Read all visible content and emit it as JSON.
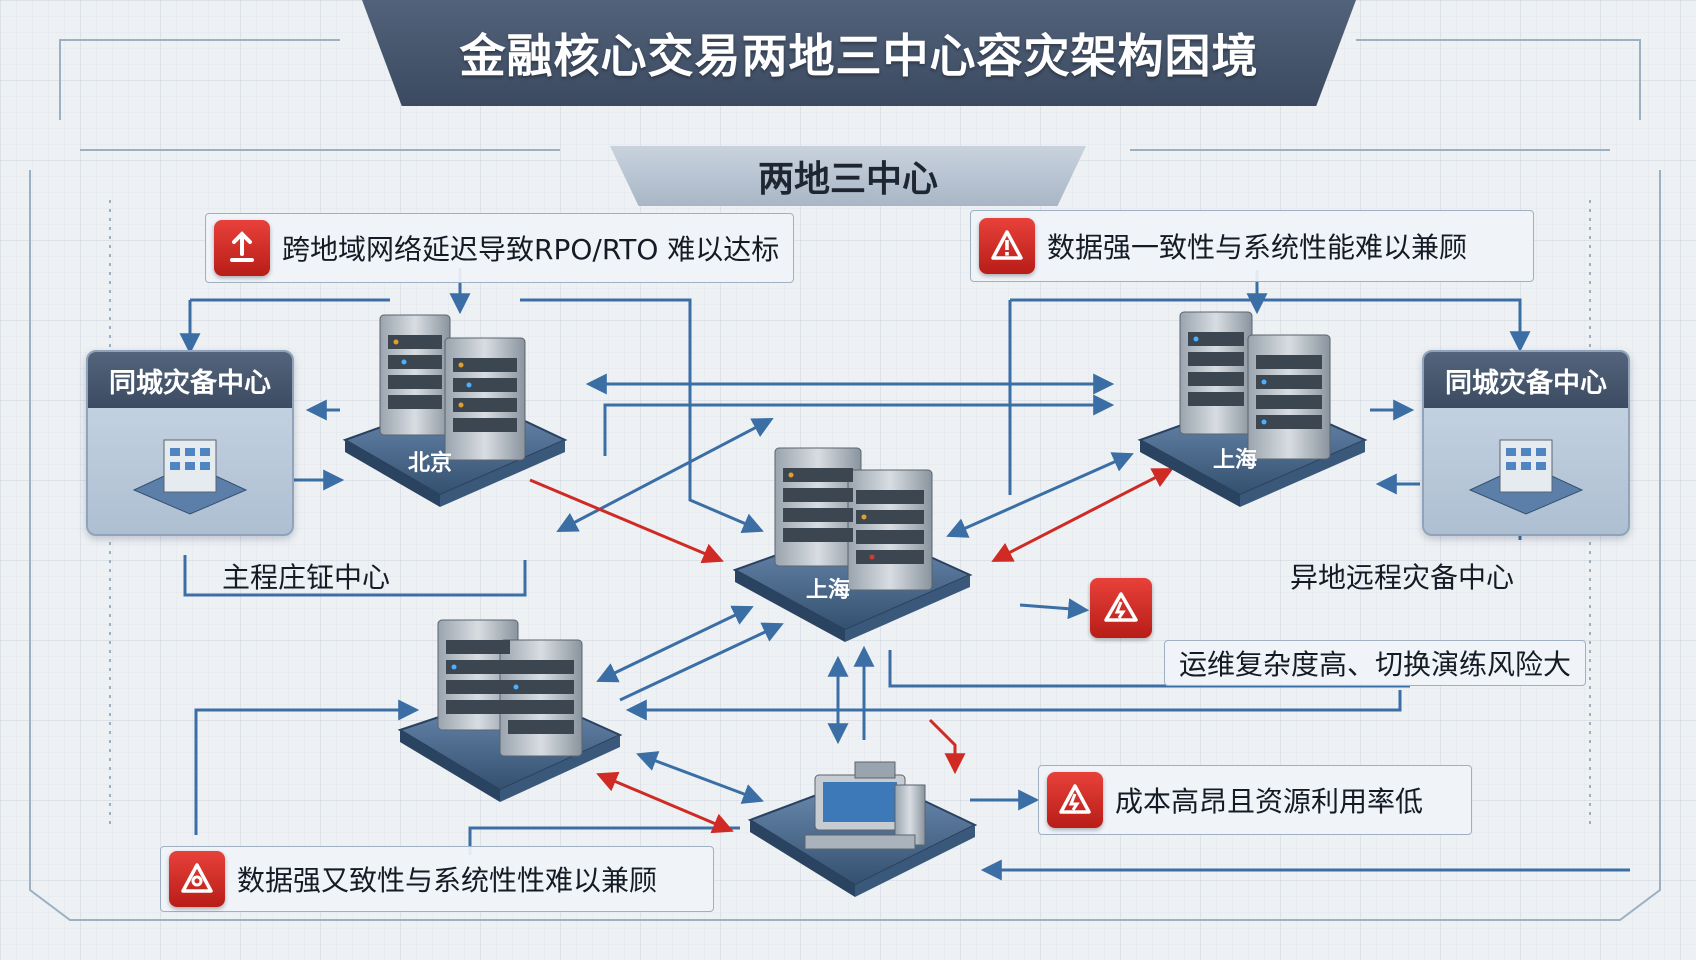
{
  "title": "金融核心交易两地三中心容灾架构困境",
  "subtitle": "两地三中心",
  "callouts": {
    "latency": "跨地域网络延迟导致RPO/RTO 难以达标",
    "consistency": "数据强一致性与系统性能难以兼顾",
    "ops": "运维复杂度高、切换演练风险大",
    "cost": "成本高昂且资源利用率低",
    "consistency_bottom": "数据强又致性与系统性性难以兼顾"
  },
  "centers": {
    "left": "同城灾备中心",
    "right": "同城灾备中心"
  },
  "labels": {
    "main_center": "主程庄钲中心",
    "remote_center": "异地远程灾备中心"
  },
  "nodes": {
    "beijing": "北京",
    "shanghai_right": "上海",
    "shanghai_center": "上海"
  },
  "colors": {
    "accent": "#3a6ea5",
    "alert": "#d02a24",
    "banner": "#46566d"
  }
}
